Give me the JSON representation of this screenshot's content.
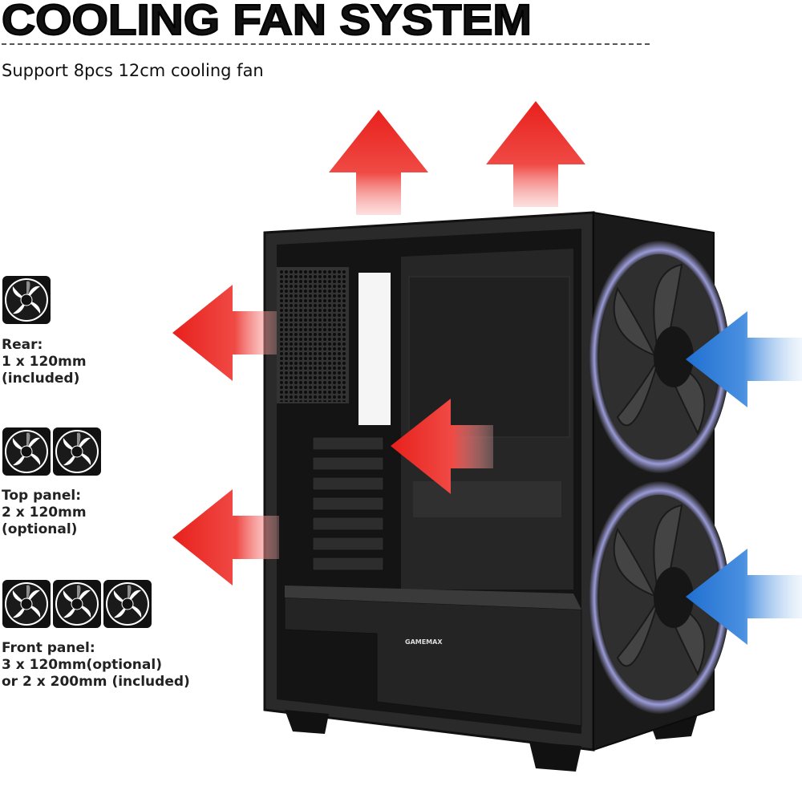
{
  "header": {
    "title": "COOLING FAN SYSTEM",
    "subtitle": "Support 8pcs 12cm cooling fan"
  },
  "fan_specs": [
    {
      "icon_count": 1,
      "lines": [
        "Rear:",
        "1 x 120mm",
        "(included)"
      ]
    },
    {
      "icon_count": 2,
      "lines": [
        "Top panel:",
        "2 x 120mm",
        "(optional)"
      ]
    },
    {
      "icon_count": 3,
      "lines": [
        "Front panel:",
        "3 x 120mm(optional)",
        "or 2 x 200mm (included)"
      ]
    }
  ],
  "product": {
    "brand_logo": "GAMEMAX"
  },
  "colors": {
    "exhaust": "#e8201c",
    "intake": "#1f6fd1",
    "case": "#1a1a1a"
  }
}
